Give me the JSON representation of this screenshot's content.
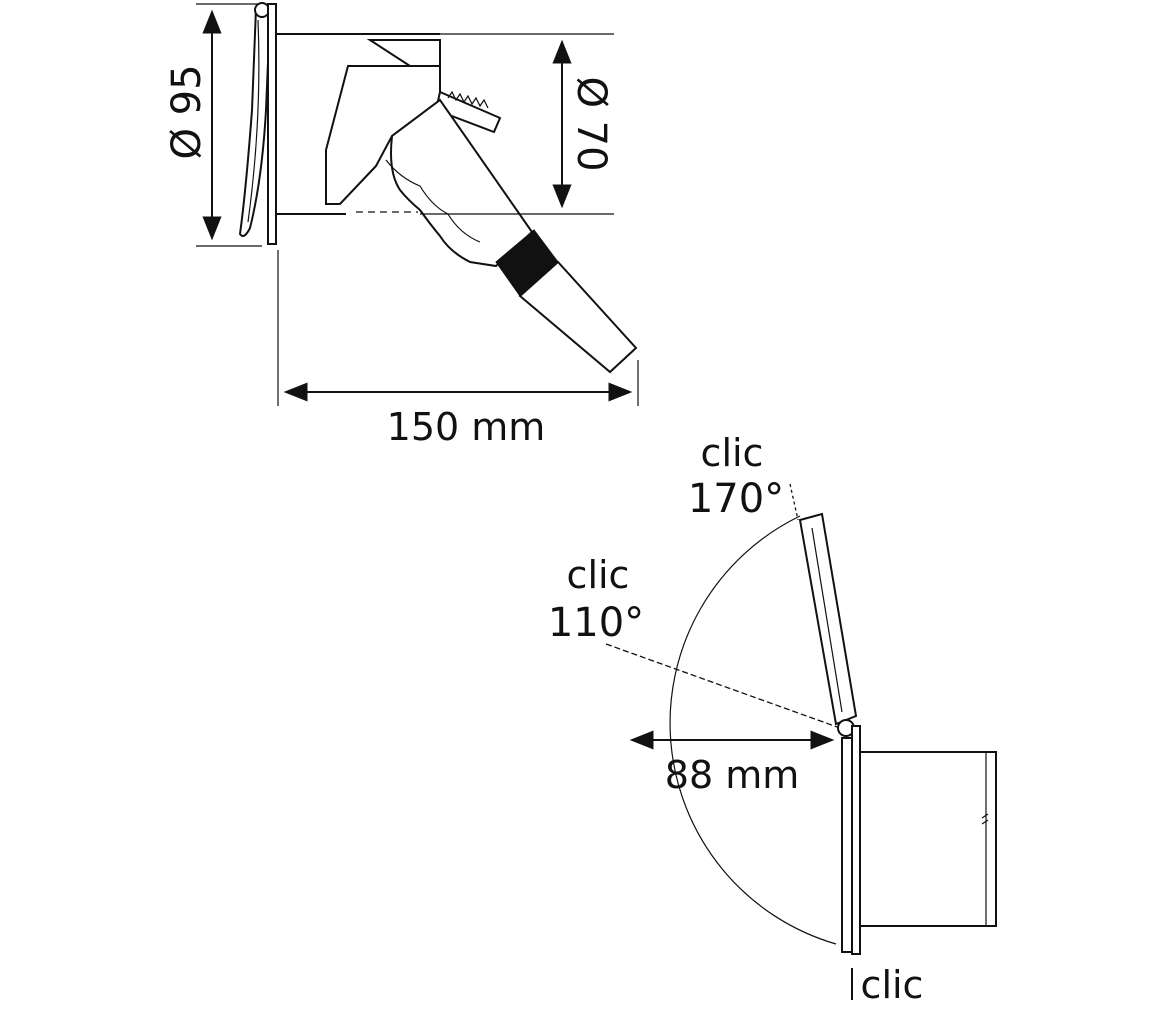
{
  "top_view": {
    "diameter_outer": "Ø 95",
    "diameter_inner": "Ø 70",
    "length": "150 mm"
  },
  "bottom_view": {
    "clic_label": "clic",
    "angle_170": "170°",
    "angle_110": "110°",
    "depth": "88 mm",
    "clic_closed": "clic"
  },
  "colors": {
    "ink": "#111111",
    "background": "#ffffff"
  }
}
